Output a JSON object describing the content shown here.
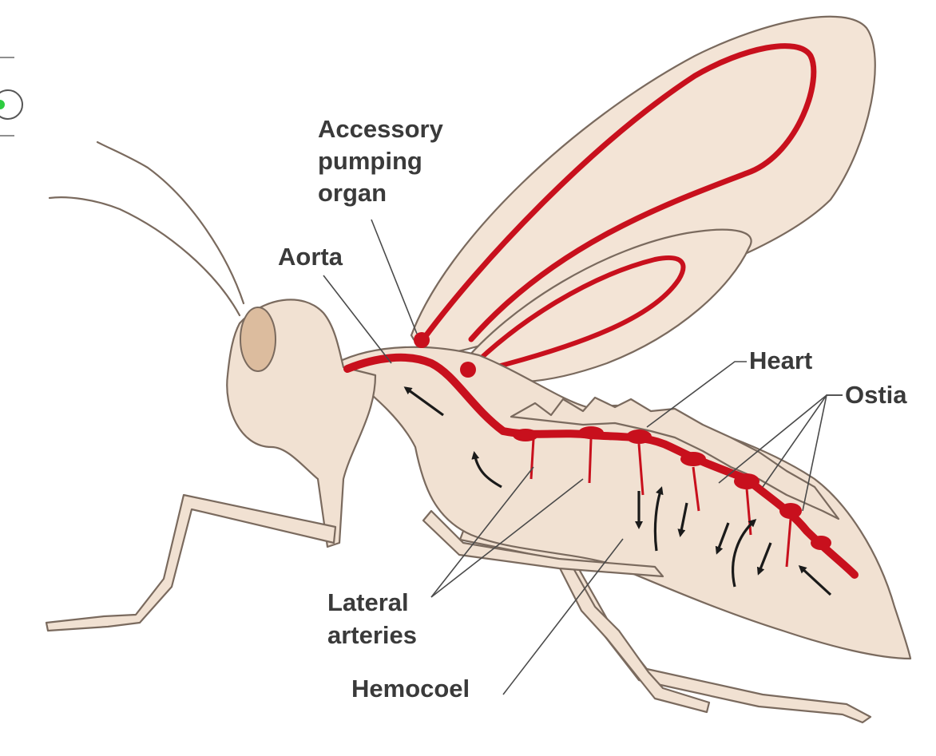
{
  "labels": {
    "accessory_line1": "Accessory",
    "accessory_line2": "pumping",
    "accessory_line3": "organ",
    "aorta": "Aorta",
    "heart": "Heart",
    "ostia": "Ostia",
    "lateral_line1": "Lateral",
    "lateral_line2": "arteries",
    "hemocoel": "Hemocoel"
  },
  "colors": {
    "vessel": "#c8101d",
    "body": "#f1e1d2",
    "outline": "#7a6a5e",
    "arrow": "#1a1a1a",
    "eye": "#dcbc9e"
  }
}
